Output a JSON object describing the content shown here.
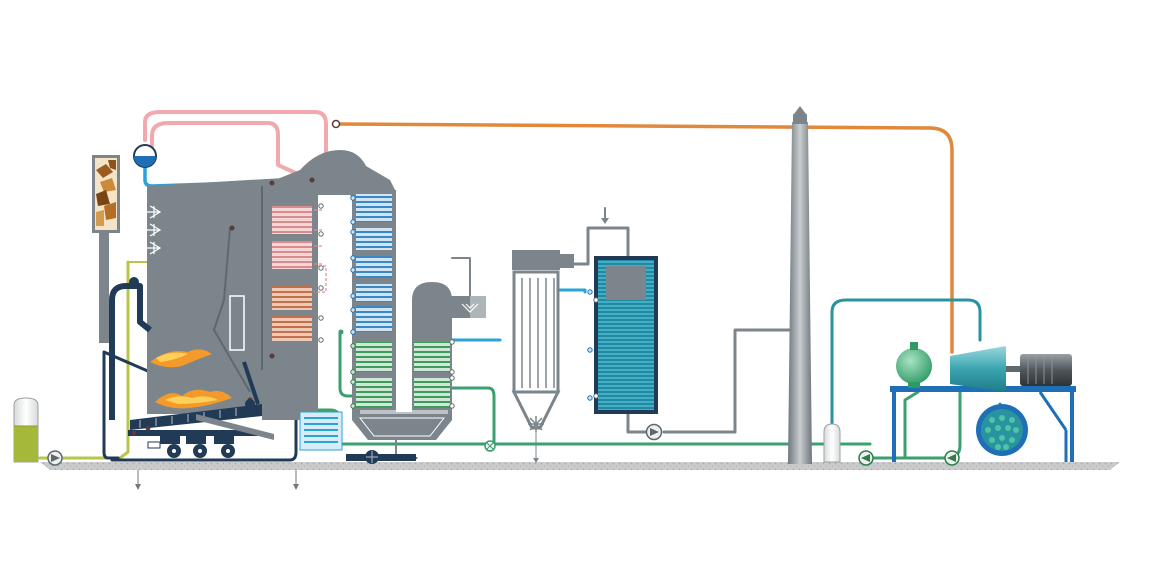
{
  "diagram": {
    "kind": "biomass power plant process schematic",
    "labels": [],
    "components": [
      {
        "name": "fuel-hopper",
        "icon": "wood-chips-icon"
      },
      {
        "name": "fuel-tank",
        "icon": "tank-icon"
      },
      {
        "name": "feed-pump",
        "icon": "pump-icon"
      },
      {
        "name": "steam-drum",
        "icon": "drum-icon"
      },
      {
        "name": "boiler-furnace",
        "icon": "furnace-icon"
      },
      {
        "name": "grate",
        "icon": "grate-icon"
      },
      {
        "name": "superheaters",
        "icon": "heat-exchanger-icon"
      },
      {
        "name": "economizer",
        "icon": "heat-exchanger-icon"
      },
      {
        "name": "air-preheater",
        "icon": "heat-exchanger-icon"
      },
      {
        "name": "cyclone",
        "icon": "cyclone-icon"
      },
      {
        "name": "bag-filter",
        "icon": "filter-icon"
      },
      {
        "name": "flue-gas-condenser",
        "icon": "condenser-icon"
      },
      {
        "name": "induced-draft-fan",
        "icon": "fan-icon"
      },
      {
        "name": "chimney",
        "icon": "stack-icon"
      },
      {
        "name": "deaerator-tank",
        "icon": "tank-icon"
      },
      {
        "name": "condensate-pumps",
        "icon": "pump-icon"
      },
      {
        "name": "steam-turbine",
        "icon": "turbine-icon"
      },
      {
        "name": "generator",
        "icon": "generator-icon"
      },
      {
        "name": "condenser",
        "icon": "condenser-icon"
      }
    ],
    "colors": {
      "steel": "#7b858b",
      "steel_dark": "#5f686d",
      "ground": "#c4c6c7",
      "steam_pink": "#f2a9ae",
      "steam_orange": "#e0883c",
      "water_blue": "#2aa3d6",
      "cold_blue": "#1f6fb7",
      "green": "#3aa06e",
      "teal": "#2a93a0",
      "lime": "#b7c54a",
      "navy": "#213a55",
      "flame": "#f39a2a",
      "hx_pink": "#d98b8e",
      "hx_copper": "#c0714a",
      "hx_blue": "#3a87c4",
      "hx_green": "#3d9a5a"
    }
  }
}
